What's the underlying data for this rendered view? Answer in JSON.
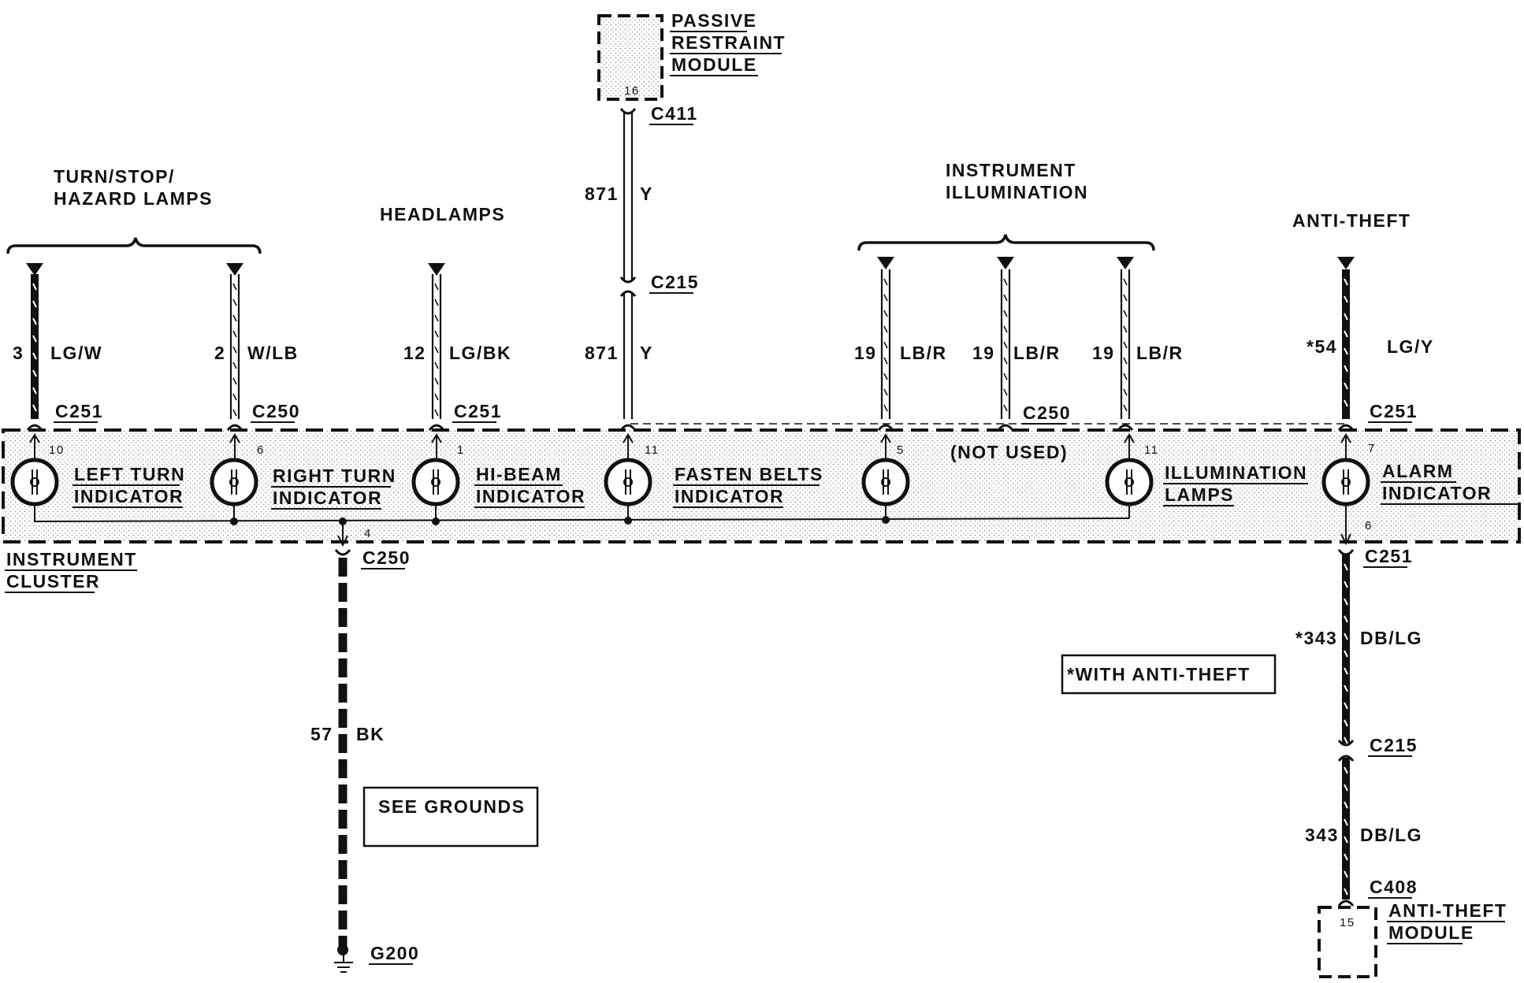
{
  "colors": {
    "ink": "#111111",
    "shade": "#d8d8d8",
    "background": "#ffffff"
  },
  "modules": {
    "passive_restraint": {
      "lines": [
        "PASSIVE",
        "RESTRAINT",
        "MODULE"
      ],
      "pin": "16"
    },
    "anti_theft_module": {
      "lines": [
        "ANTI-THEFT",
        "MODULE"
      ],
      "pin": "15"
    },
    "instrument_cluster": {
      "lines": [
        "INSTRUMENT",
        "CLUSTER"
      ]
    }
  },
  "groups": {
    "turn_stop_hazard": {
      "lines": [
        "TURN/STOP/",
        "HAZARD LAMPS"
      ]
    },
    "headlamps": "HEADLAMPS",
    "instrument_illumination": {
      "lines": [
        "INSTRUMENT",
        "ILLUMINATION"
      ]
    },
    "anti_theft": "ANTI-THEFT"
  },
  "wires": [
    {
      "id": "w1",
      "circuit": "3",
      "color": "LG/W",
      "connector": "C251",
      "pin": "10"
    },
    {
      "id": "w2",
      "circuit": "2",
      "color": "W/LB",
      "connector": "C250",
      "pin": "6"
    },
    {
      "id": "w3",
      "circuit": "12",
      "color": "LG/BK",
      "connector": "C251",
      "pin": "1"
    },
    {
      "id": "w4_upper",
      "circuit": "871",
      "color": "Y",
      "connector": "C411"
    },
    {
      "id": "w4_lower",
      "circuit": "871",
      "color": "Y",
      "connector": "C215",
      "pin": "11"
    },
    {
      "id": "w5",
      "circuit": "19",
      "color": "LB/R",
      "pin": "5"
    },
    {
      "id": "w6",
      "circuit": "19",
      "color": "LB/R",
      "connector": "C250"
    },
    {
      "id": "w7",
      "circuit": "19",
      "color": "LB/R",
      "pin": "11"
    },
    {
      "id": "w8",
      "circuit": "*54",
      "color": "LG/Y",
      "connector": "C251",
      "pin": "7"
    },
    {
      "id": "w9",
      "circuit": "*343",
      "color": "DB/LG",
      "connector": "C251",
      "pin": "6"
    },
    {
      "id": "w10",
      "circuit": "343",
      "color": "DB/LG",
      "connector": "C215"
    },
    {
      "id": "w11",
      "circuit": "57",
      "color": "BK",
      "connector": "C250",
      "pin": "4"
    }
  ],
  "lamps": [
    {
      "id": "left_turn",
      "lines": [
        "LEFT TURN",
        "INDICATOR"
      ]
    },
    {
      "id": "right_turn",
      "lines": [
        "RIGHT TURN",
        "INDICATOR"
      ]
    },
    {
      "id": "hi_beam",
      "lines": [
        "HI-BEAM",
        "INDICATOR"
      ]
    },
    {
      "id": "fasten_belts",
      "lines": [
        "FASTEN BELTS",
        "INDICATOR"
      ]
    },
    {
      "id": "not_used",
      "lines": [
        "(NOT USED)"
      ]
    },
    {
      "id": "illumination",
      "lines": [
        "ILLUMINATION",
        "LAMPS"
      ]
    },
    {
      "id": "alarm",
      "lines": [
        "ALARM",
        "INDICATOR"
      ]
    }
  ],
  "connectors": {
    "anti_theft_module": "C408",
    "ground": "G200"
  },
  "notes": {
    "with_anti_theft": "*WITH ANTI-THEFT",
    "see_grounds": "SEE GROUNDS"
  }
}
